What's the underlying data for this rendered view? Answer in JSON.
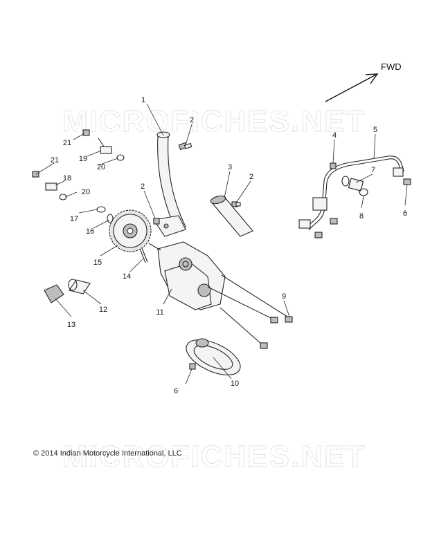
{
  "watermark": "MICROFICHES.NET",
  "direction_label": "FWD",
  "copyright": "© 2014 Indian Motorcycle International, LLC",
  "callouts": [
    "1",
    "2",
    "2",
    "2",
    "3",
    "4",
    "5",
    "6",
    "6",
    "7",
    "8",
    "9",
    "10",
    "11",
    "12",
    "13",
    "14",
    "15",
    "16",
    "17",
    "18",
    "19",
    "20",
    "20",
    "21",
    "21"
  ]
}
